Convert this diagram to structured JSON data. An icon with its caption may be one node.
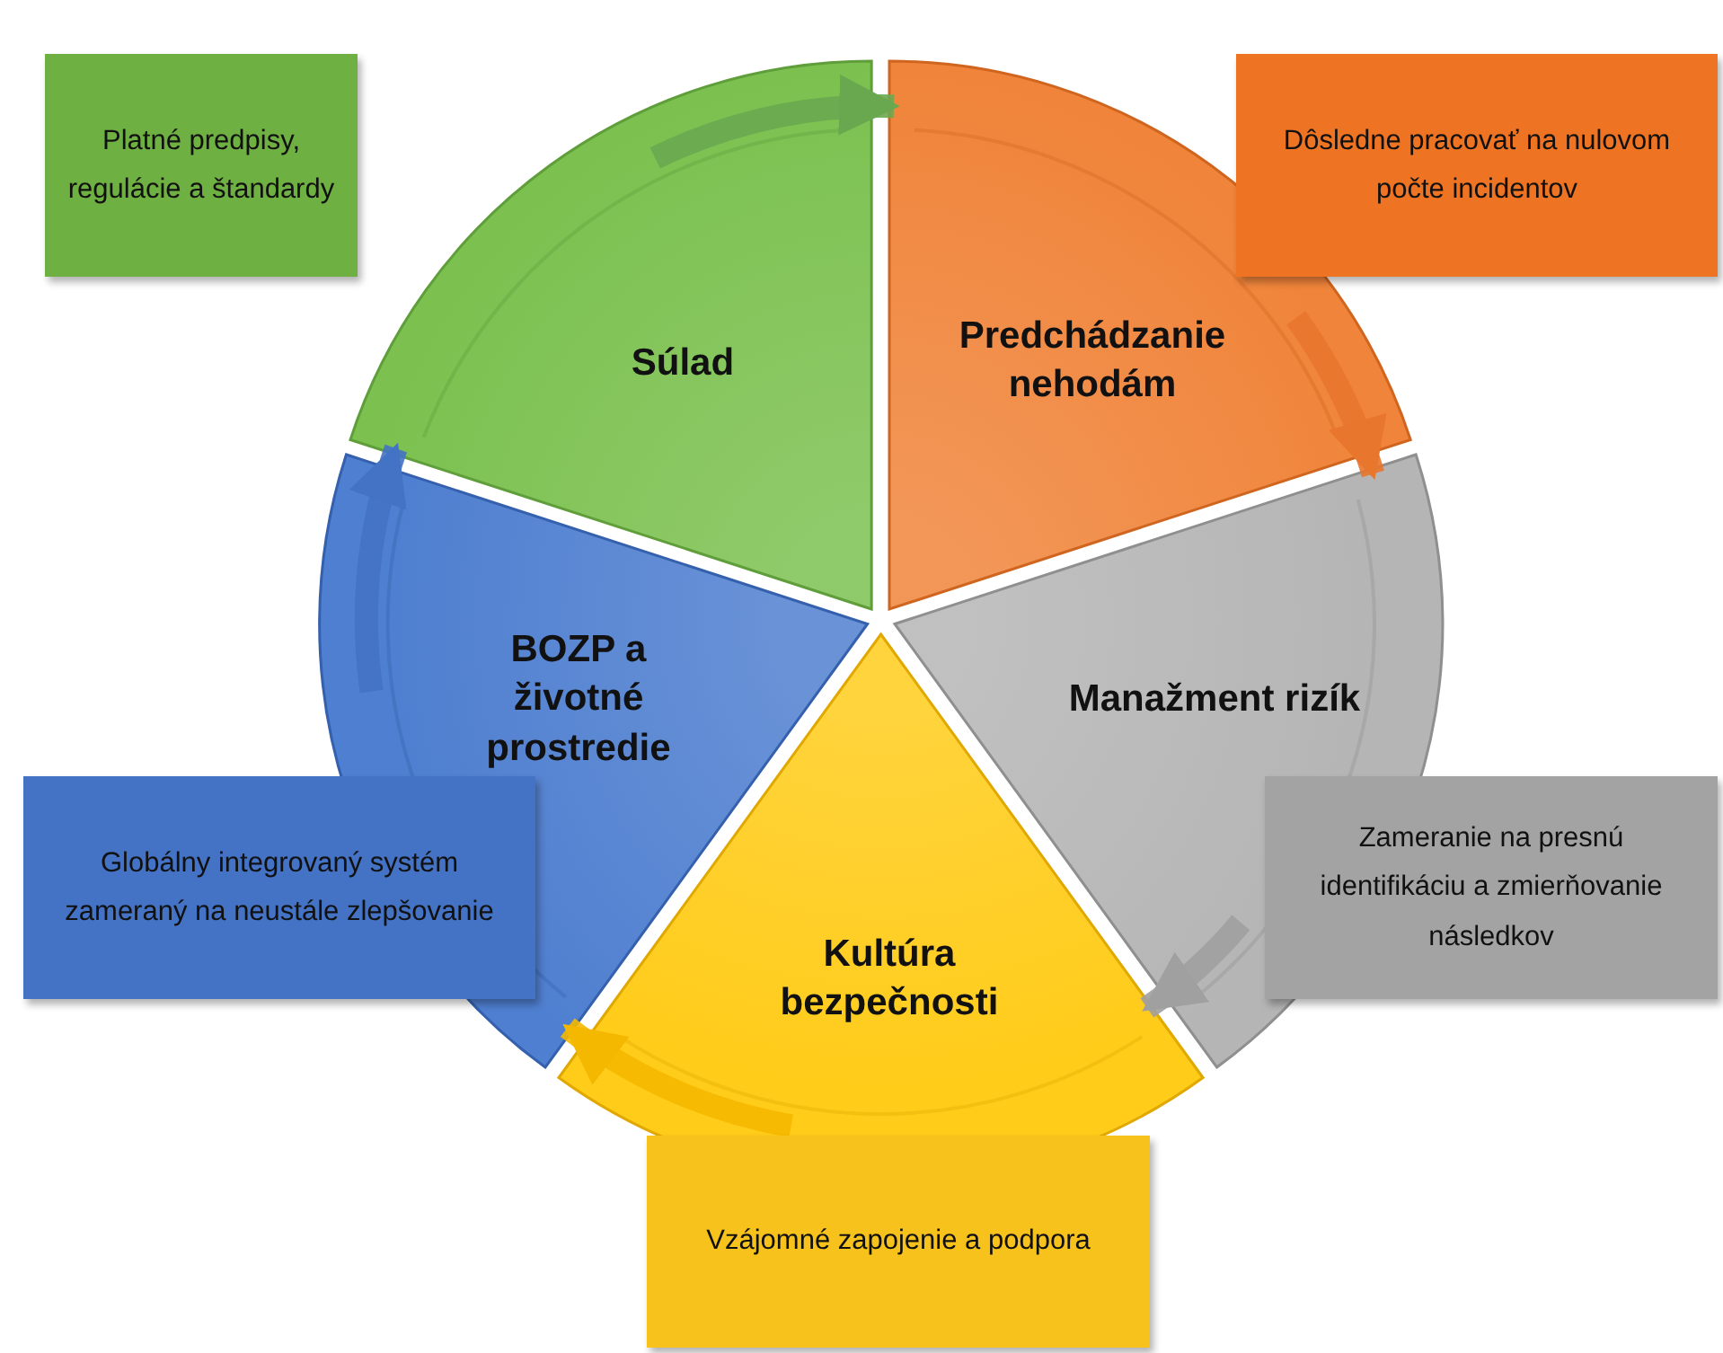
{
  "diagram": {
    "nodes": [
      {
        "text": [
          "Platné predpisy, regulácie a štandardy"
        ]
      },
      {
        "text": [
          "Súlad"
        ]
      },
      {
        "text": [
          "Predchádzanie nehodám"
        ]
      },
      {
        "text": [
          "Dôsledne pracovať na nulovom počte incidentov"
        ]
      },
      {
        "text": [
          "BOZP a životné prostredie"
        ]
      },
      {
        "text": [
          "Manažment rizík"
        ]
      },
      {
        "text": [
          "Globálny integrovaný systém zameraný na neustále zlepšovanie"
        ]
      },
      {
        "text": [
          "Zameranie na presnú identifikáciu a zmierňovanie následkov"
        ]
      },
      {
        "text": [
          "Kultúra bezpečnosti"
        ]
      },
      {
        "text": [
          "Vzájomné zapojenie a podpora"
        ]
      }
    ],
    "edges": [
      {
        "from": 1,
        "to": 2,
        "arrow": "to",
        "color": "#6aa84f"
      },
      {
        "from": 2,
        "to": 5,
        "arrow": "to",
        "color": "#e8762d"
      },
      {
        "from": 5,
        "to": 8,
        "arrow": "to",
        "color": "#a0a0a0"
      },
      {
        "from": 8,
        "to": 4,
        "arrow": "to",
        "color": "#f5b800"
      },
      {
        "from": 4,
        "to": 1,
        "arrow": "to",
        "color": "#4472c4"
      }
    ]
  }
}
